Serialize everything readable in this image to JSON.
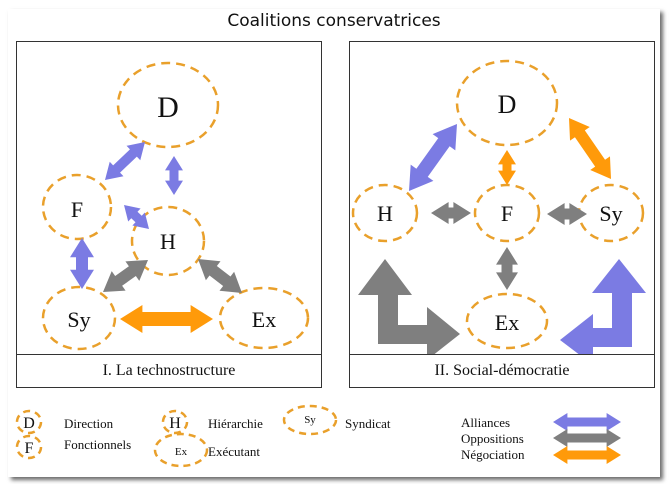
{
  "title": "Coalitions conservatrices",
  "colors": {
    "node_border": "#E9A02B",
    "alliance": "#7B7BE3",
    "opposition": "#7F7F7F",
    "negotiation": "#FF9A0A"
  },
  "panels": [
    {
      "caption": "I. La technostructure",
      "nodes": {
        "D": "D",
        "F": "F",
        "H": "H",
        "Sy": "Sy",
        "Ex": "Ex"
      },
      "relations": [
        {
          "from": "D",
          "to": "F",
          "type": "alliance"
        },
        {
          "from": "D",
          "to": "H",
          "type": "alliance"
        },
        {
          "from": "F",
          "to": "H",
          "type": "alliance"
        },
        {
          "from": "F",
          "to": "Sy",
          "type": "alliance"
        },
        {
          "from": "Sy",
          "to": "H",
          "type": "opposition"
        },
        {
          "from": "H",
          "to": "Ex",
          "type": "opposition"
        },
        {
          "from": "Sy",
          "to": "Ex",
          "type": "negotiation"
        }
      ]
    },
    {
      "caption": "II. Social-démocratie",
      "nodes": {
        "D": "D",
        "H": "H",
        "F": "F",
        "Sy": "Sy",
        "Ex": "Ex"
      },
      "relations": [
        {
          "from": "D",
          "to": "H",
          "type": "alliance"
        },
        {
          "from": "D",
          "to": "F",
          "type": "negotiation"
        },
        {
          "from": "D",
          "to": "Sy",
          "type": "negotiation"
        },
        {
          "from": "H",
          "to": "F",
          "type": "opposition"
        },
        {
          "from": "F",
          "to": "Sy",
          "type": "opposition"
        },
        {
          "from": "F",
          "to": "Ex",
          "type": "opposition"
        },
        {
          "from": "H",
          "to": "Ex",
          "type": "opposition"
        },
        {
          "from": "Sy",
          "to": "Ex",
          "type": "alliance"
        }
      ]
    }
  ],
  "legend": {
    "nodes": [
      {
        "abbr": "D",
        "label": "Direction"
      },
      {
        "abbr": "F",
        "label": "Fonctionnels"
      },
      {
        "abbr": "H",
        "label": "Hiérarchie"
      },
      {
        "abbr": "Ex",
        "label": "Exécutant"
      },
      {
        "abbr": "Sy",
        "label": "Syndicat"
      }
    ],
    "relations": [
      {
        "label": "Alliances",
        "type": "alliance"
      },
      {
        "label": "Oppositions",
        "type": "opposition"
      },
      {
        "label": "Négociation",
        "type": "negotiation"
      }
    ]
  }
}
